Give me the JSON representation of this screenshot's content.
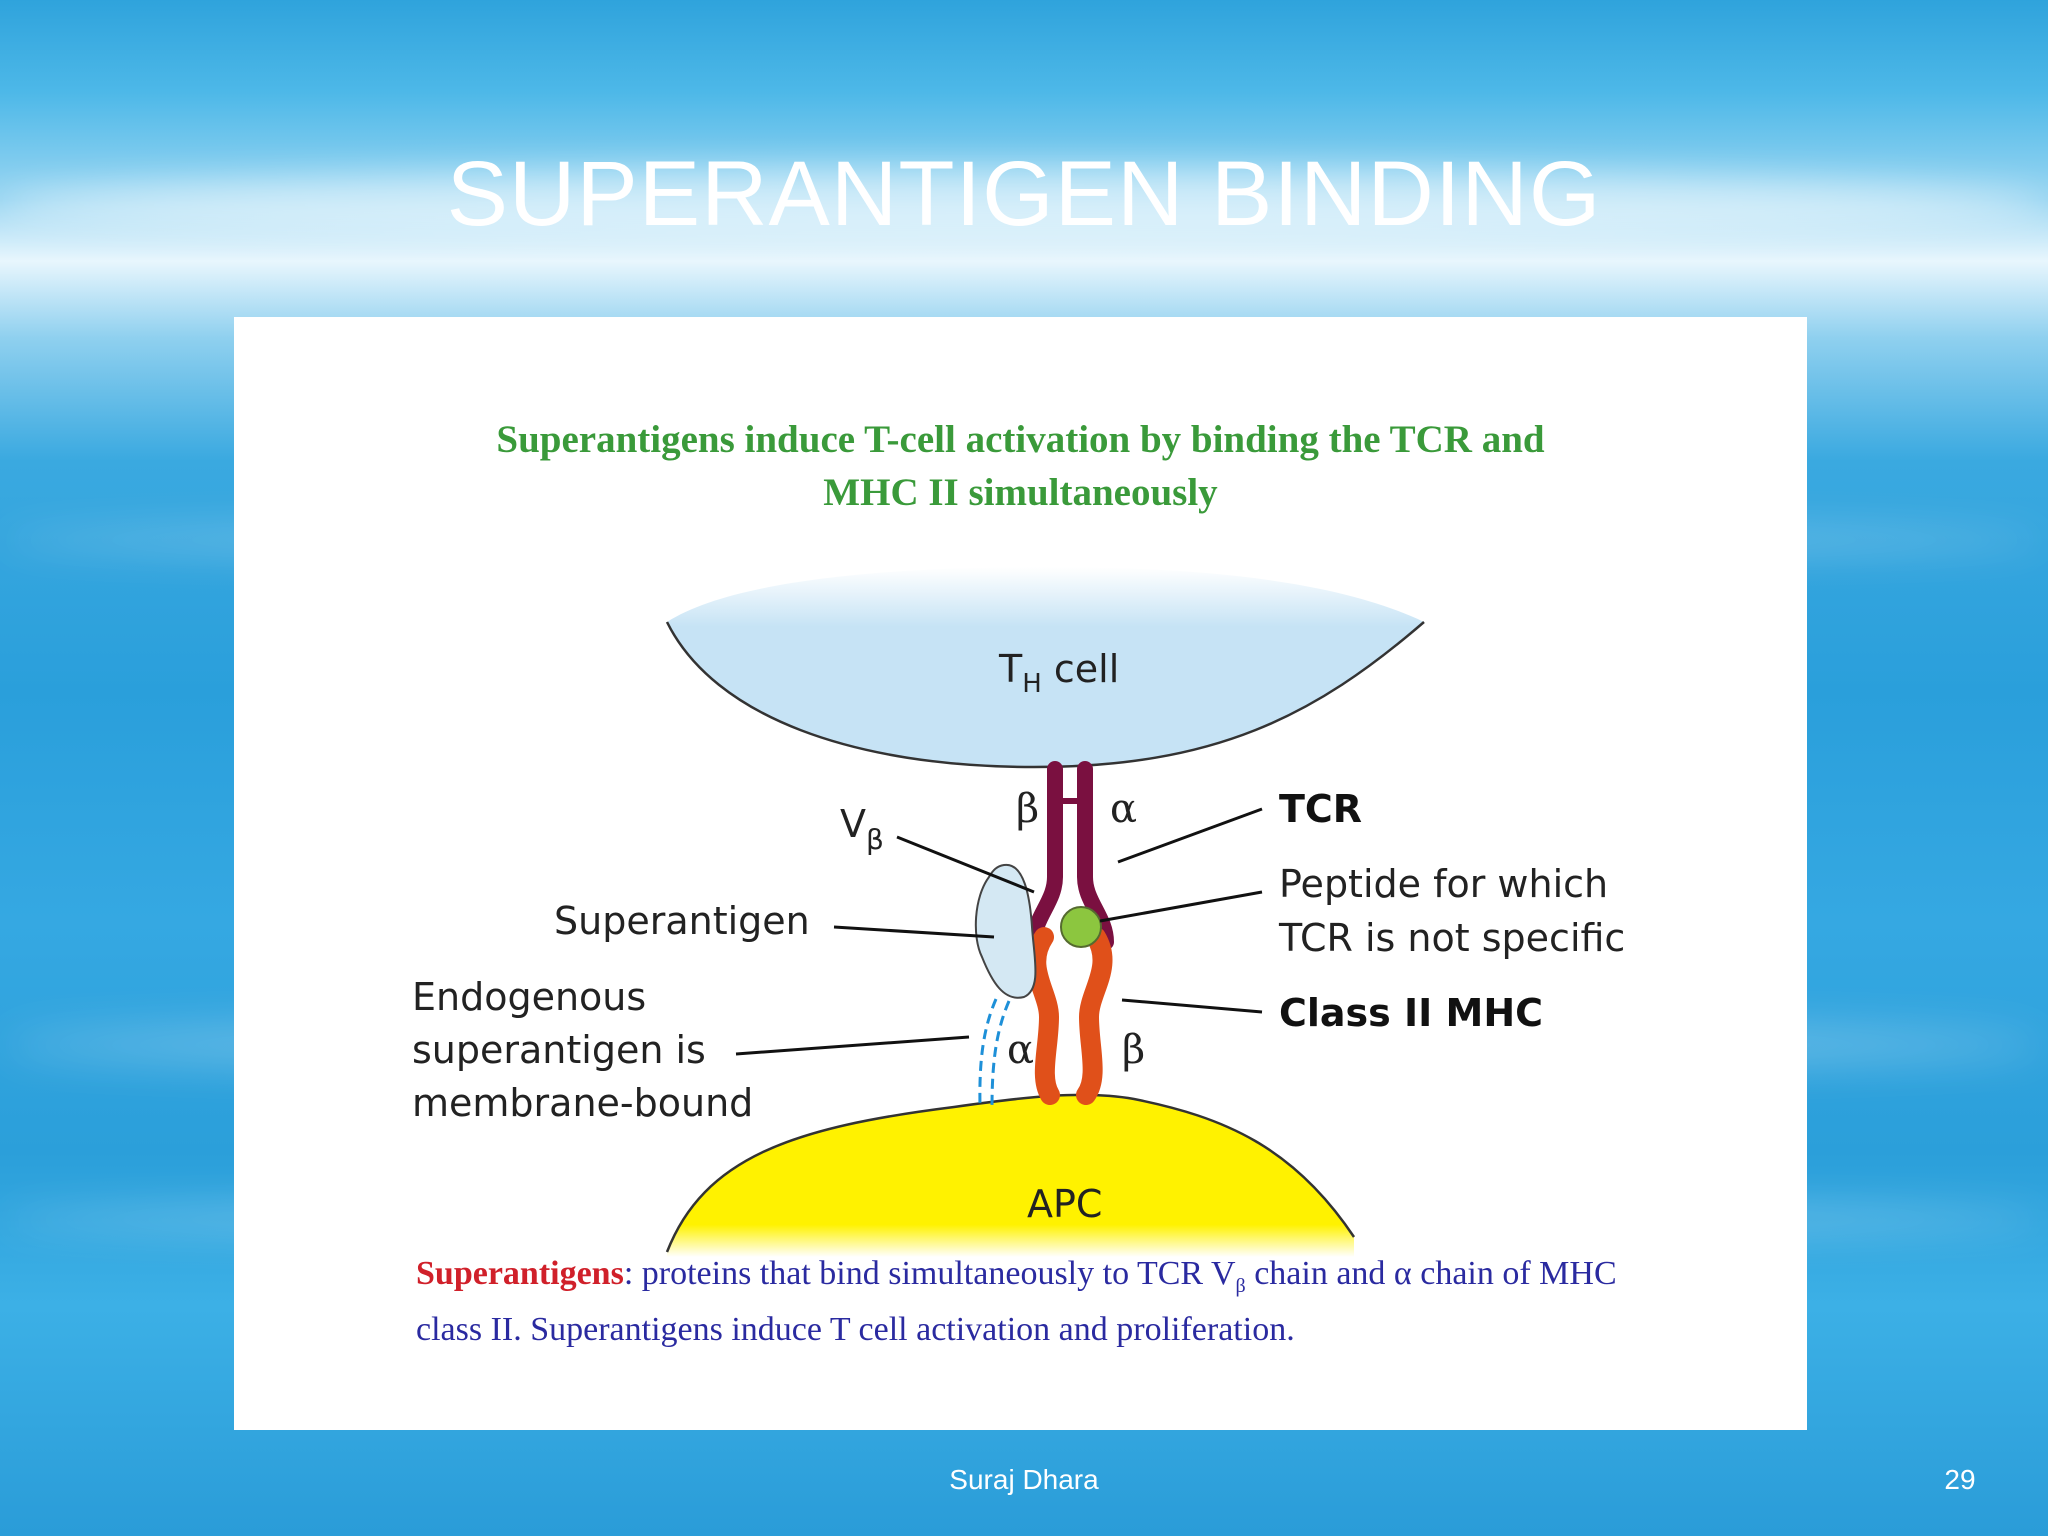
{
  "slide": {
    "title": "SUPERANTIGEN BINDING",
    "footer_author": "Suraj Dhara",
    "page_number": "29"
  },
  "figure": {
    "heading_line1": "Superantigens induce T-cell activation by binding the TCR and",
    "heading_line2": "MHC II simultaneously",
    "labels": {
      "th_cell_main": "T",
      "th_cell_sub": "H",
      "th_cell_rest": " cell",
      "apc": "APC",
      "tcr": "TCR",
      "peptide_line1": "Peptide for which",
      "peptide_line2": "TCR is not specific",
      "class2_mhc": "Class II MHC",
      "superantigen": "Superantigen",
      "endogenous_line1": "Endogenous",
      "endogenous_line2": "superantigen is",
      "endogenous_line3": "membrane-bound",
      "vbeta_main": "V",
      "vbeta_sub": "β",
      "tcr_beta": "β",
      "tcr_alpha": "α",
      "mhc_alpha": "α",
      "mhc_beta": "β"
    },
    "caption": {
      "term": "Superantigens",
      "text1": ": proteins that bind simultaneously to TCR V",
      "sub": "β",
      "text2": " chain and α chain of MHC class II. Superantigens induce T cell activation and proliferation."
    },
    "colors": {
      "th_cell_fill": "#c6e3f5",
      "apc_fill": "#fff200",
      "tcr_chain": "#7a1040",
      "mhc_chain": "#e0501a",
      "peptide": "#8cc63f",
      "superantigen_fill": "#d4e8f3",
      "heading": "#3a9a3a",
      "caption_term": "#d0202a",
      "caption_text": "#2a2aa0"
    }
  }
}
